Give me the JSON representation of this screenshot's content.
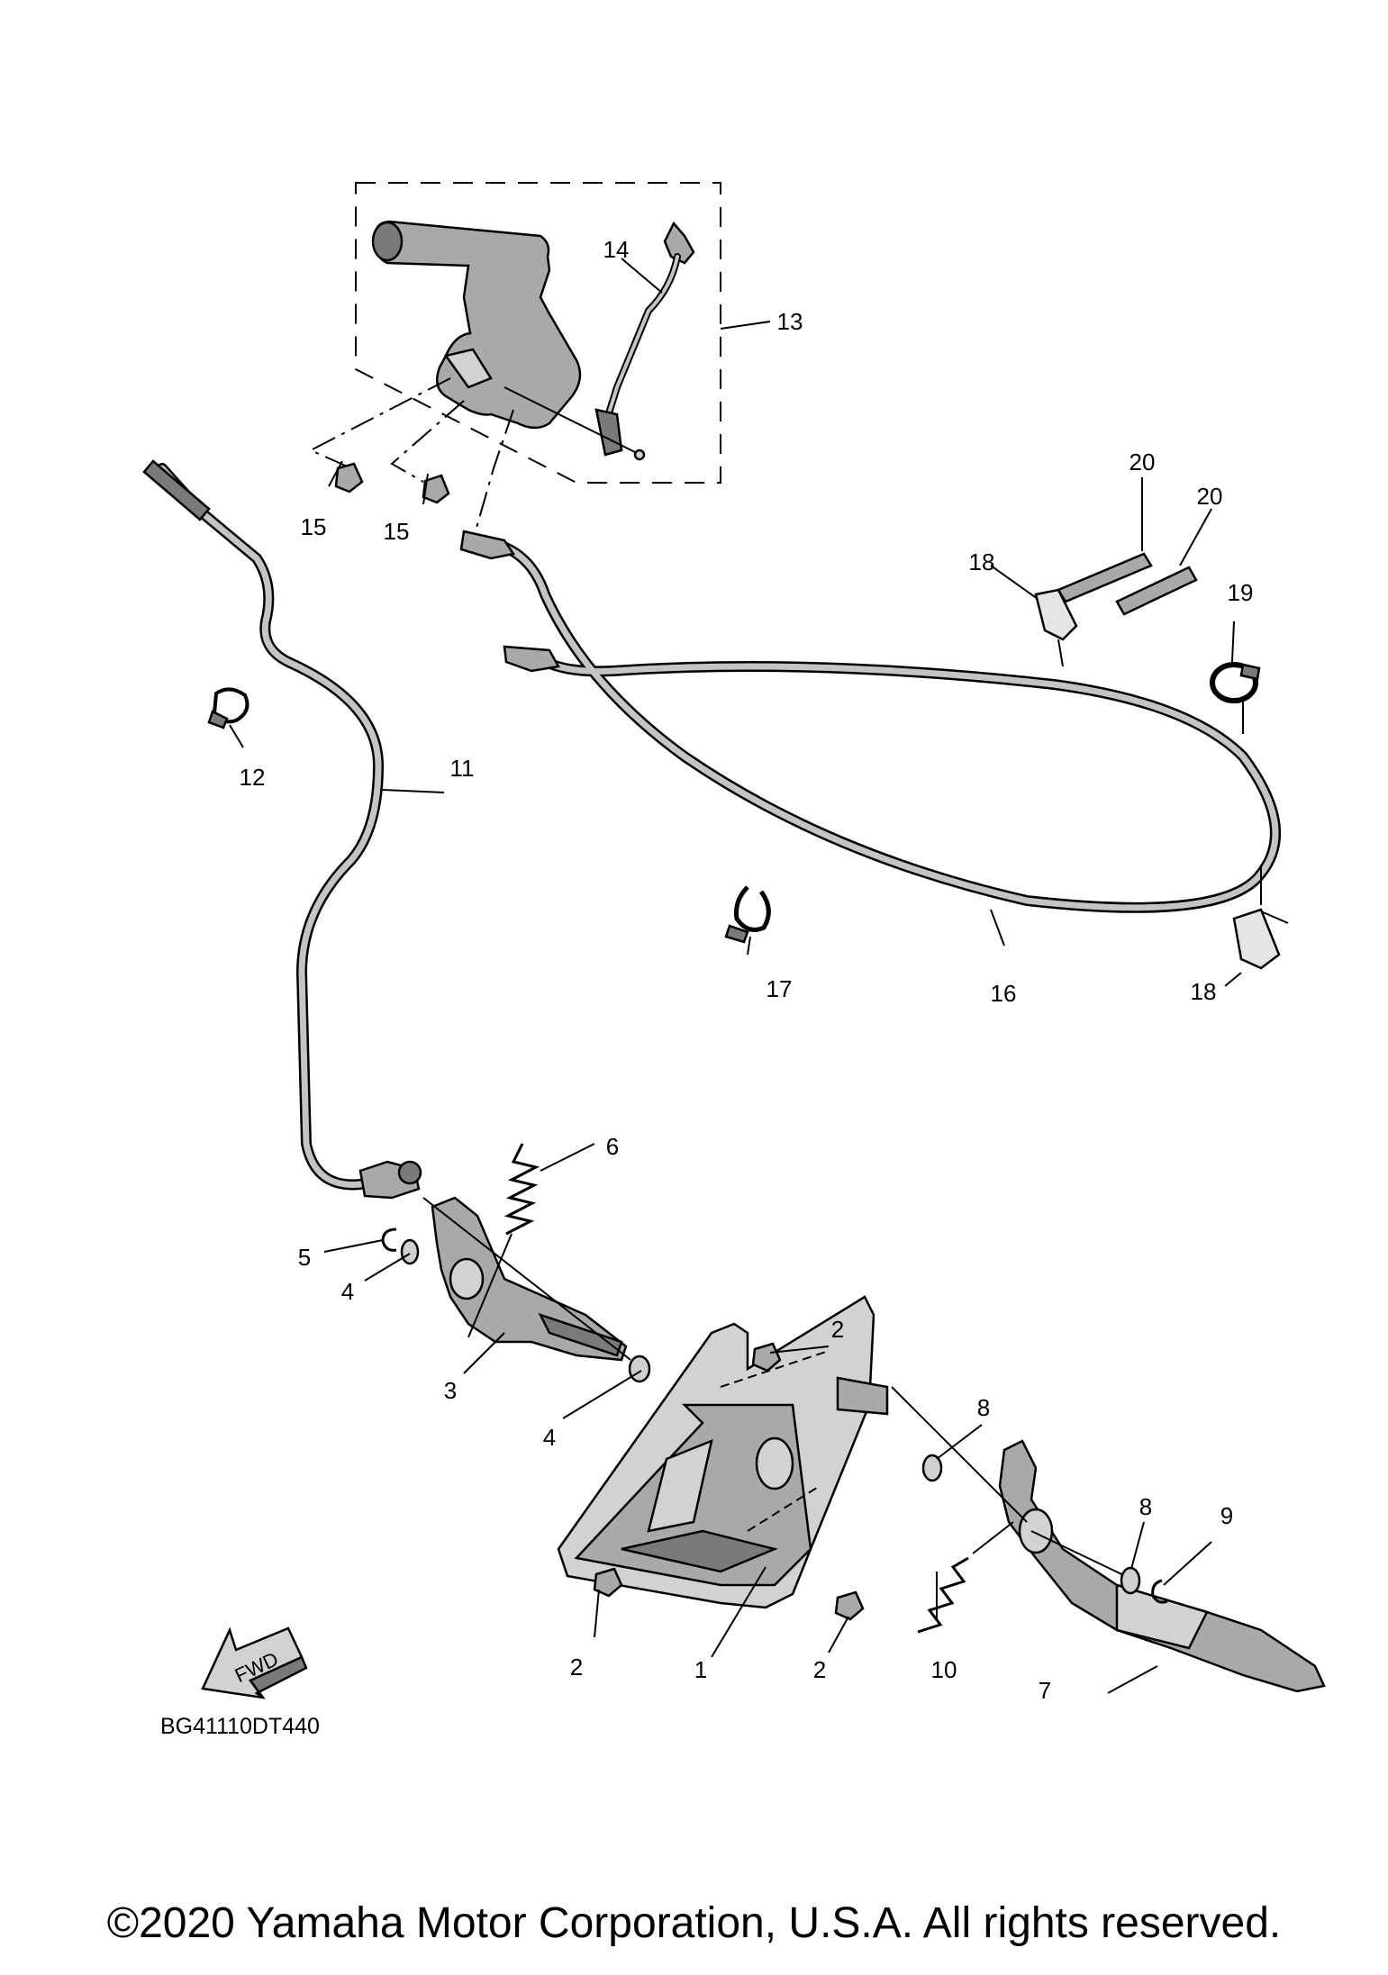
{
  "diagram": {
    "callouts": [
      {
        "id": "c1",
        "text": "1"
      },
      {
        "id": "c2a",
        "text": "2"
      },
      {
        "id": "c2b",
        "text": "2"
      },
      {
        "id": "c2c",
        "text": "2"
      },
      {
        "id": "c3",
        "text": "3"
      },
      {
        "id": "c4a",
        "text": "4"
      },
      {
        "id": "c4b",
        "text": "4"
      },
      {
        "id": "c5",
        "text": "5"
      },
      {
        "id": "c6",
        "text": "6"
      },
      {
        "id": "c7",
        "text": "7"
      },
      {
        "id": "c8a",
        "text": "8"
      },
      {
        "id": "c8b",
        "text": "8"
      },
      {
        "id": "c9",
        "text": "9"
      },
      {
        "id": "c10",
        "text": "10"
      },
      {
        "id": "c11",
        "text": "11"
      },
      {
        "id": "c12",
        "text": "12"
      },
      {
        "id": "c13",
        "text": "13"
      },
      {
        "id": "c14",
        "text": "14"
      },
      {
        "id": "c15a",
        "text": "15"
      },
      {
        "id": "c15b",
        "text": "15"
      },
      {
        "id": "c16",
        "text": "16"
      },
      {
        "id": "c17",
        "text": "17"
      },
      {
        "id": "c18a",
        "text": "18"
      },
      {
        "id": "c18b",
        "text": "18"
      },
      {
        "id": "c19",
        "text": "19"
      },
      {
        "id": "c20a",
        "text": "20"
      },
      {
        "id": "c20b",
        "text": "20"
      }
    ],
    "fwd_label": "FWD",
    "diagram_code": "BG41110DT440"
  },
  "footer": {
    "copyright": "©2020 Yamaha Motor Corporation, U.S.A. All rights reserved."
  }
}
